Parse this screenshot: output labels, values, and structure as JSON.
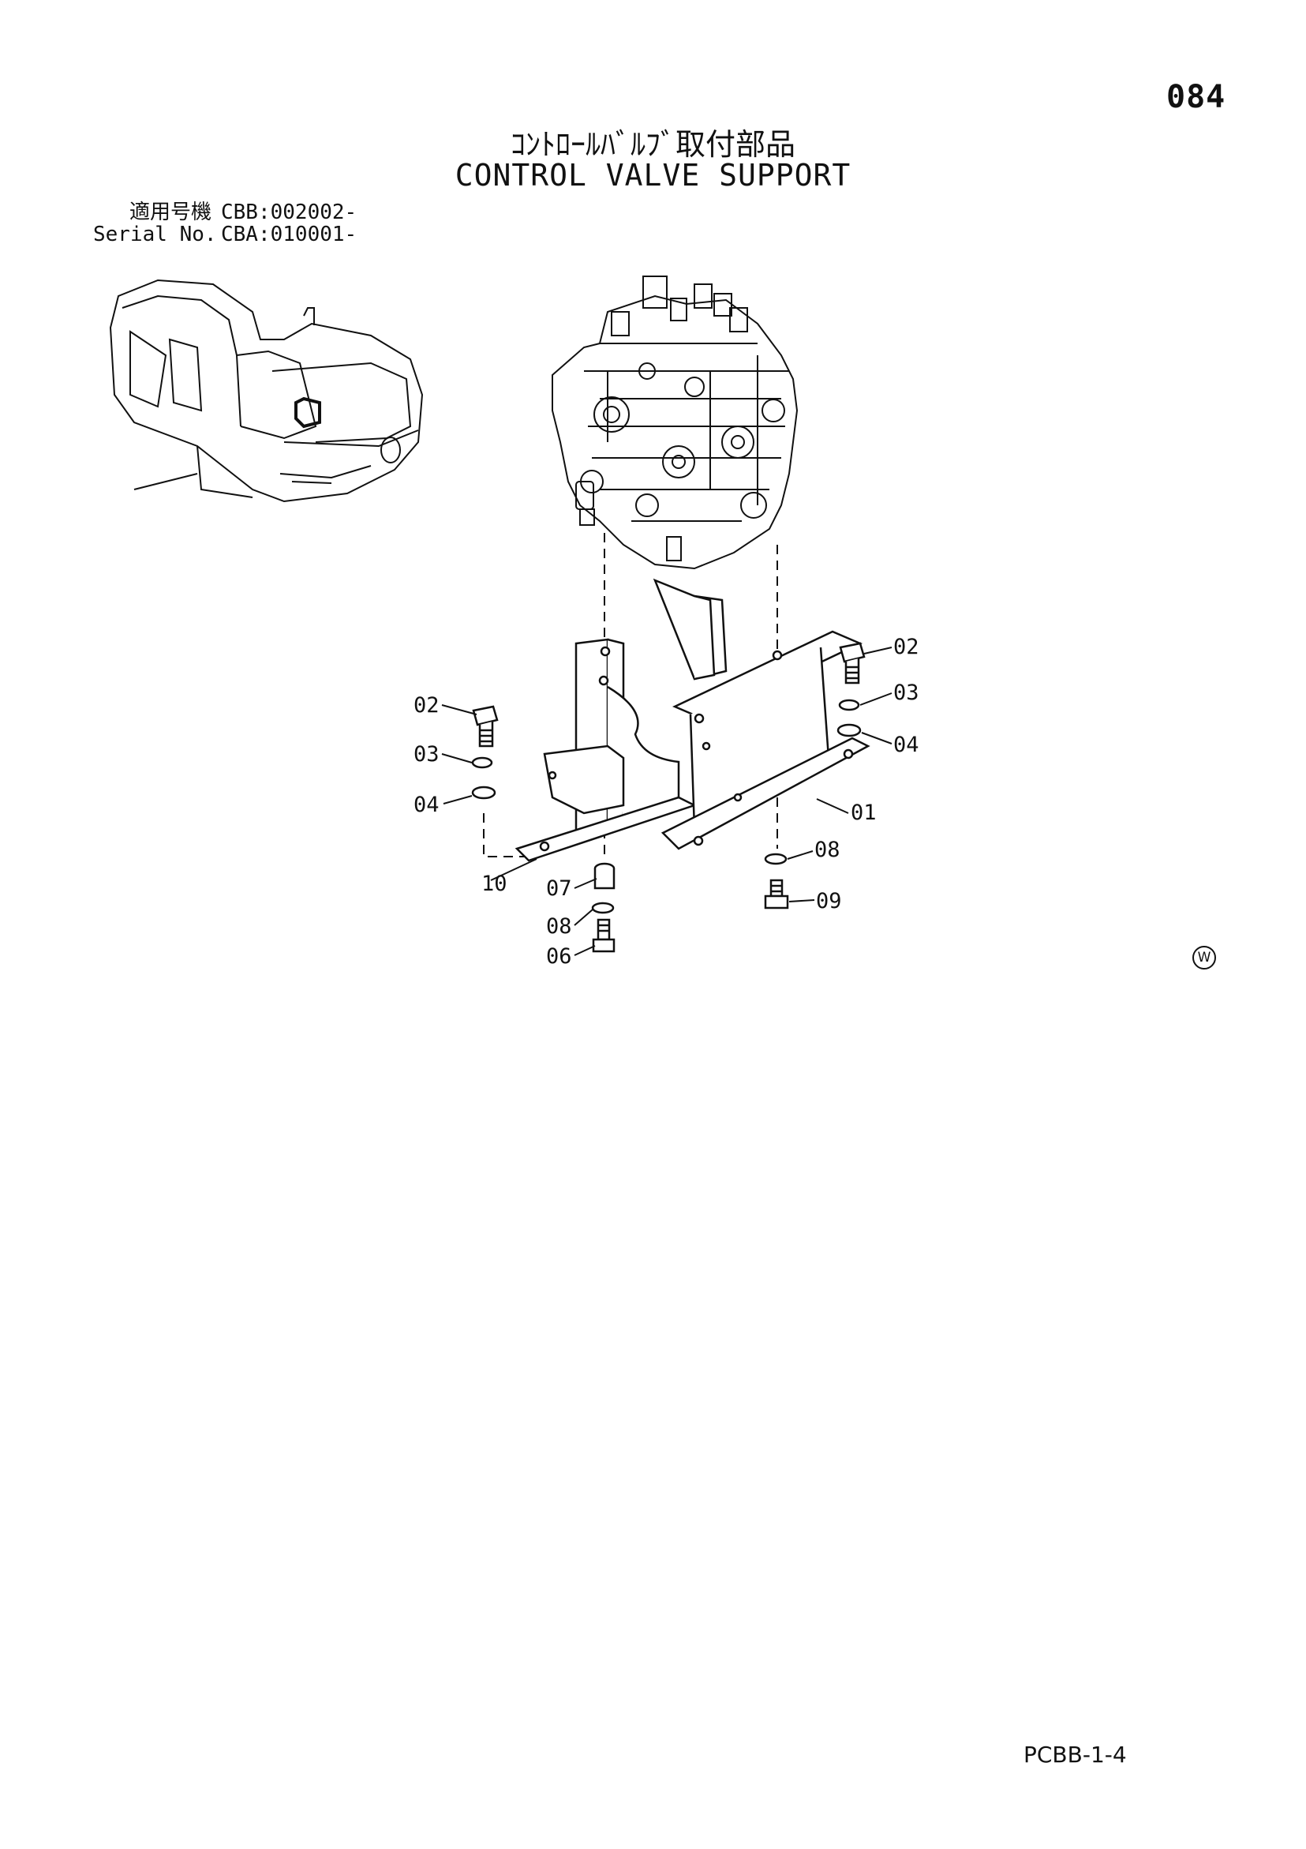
{
  "page": {
    "number": "084",
    "title_jp": "ｺﾝﾄﾛｰﾙﾊﾞﾙﾌﾞ取付部品",
    "title_en": "CONTROL VALVE SUPPORT",
    "footer_code": "PCBB-1-4",
    "marker": "W"
  },
  "serial": {
    "label_jp": "適用号機",
    "value_1": "CBB:002002-",
    "label_en": "Serial No.",
    "value_2": "CBA:010001-"
  },
  "callouts": {
    "c01": "01",
    "c02_left": "02",
    "c02_right": "02",
    "c03_left": "03",
    "c03_right": "03",
    "c04_left": "04",
    "c04_right": "04",
    "c06": "06",
    "c07": "07",
    "c08_left": "08",
    "c08_right": "08",
    "c09": "09",
    "c10": "10"
  }
}
